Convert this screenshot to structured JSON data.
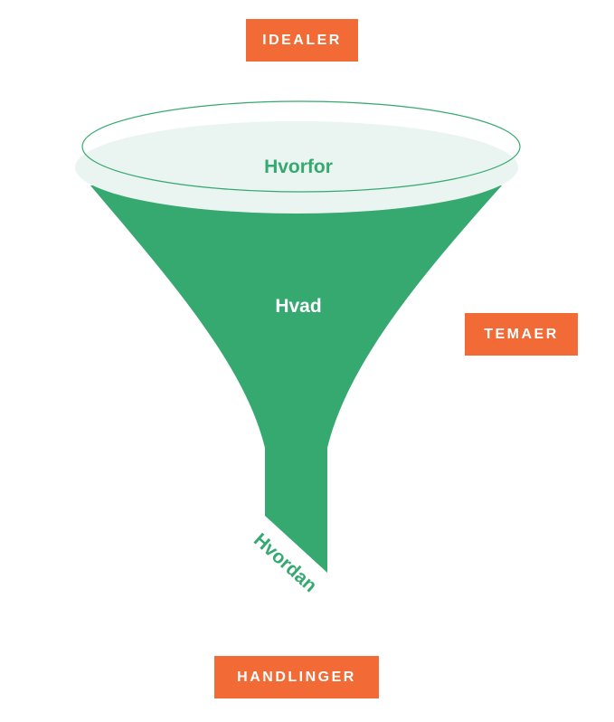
{
  "colors": {
    "accent_orange": "#F26A36",
    "funnel_green": "#35A96F",
    "rim_fill": "#EAF4F0",
    "text_white": "#FFFFFF"
  },
  "labels": {
    "top": "IDEALER",
    "middle_right": "TEMAER",
    "bottom": "HANDLINGER"
  },
  "funnel": {
    "rim_text": "Hvorfor",
    "body_text": "Hvad",
    "spout_text": "Hvordan"
  }
}
